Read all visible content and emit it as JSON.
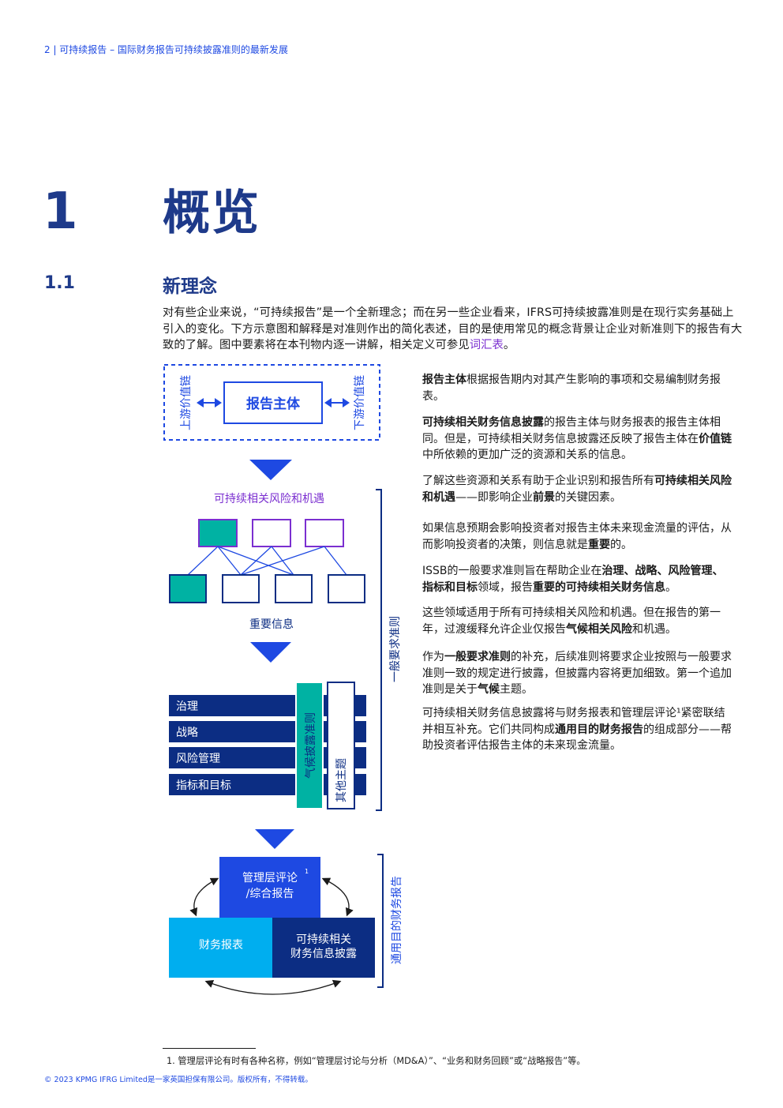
{
  "header": {
    "text": "2 | 可持续报告 – 国际财务报告可持续披露准则的最新发展"
  },
  "chapter": {
    "number": "1",
    "title": "概览"
  },
  "section": {
    "number": "1.1",
    "title": "新理念"
  },
  "intro": {
    "text": "对有些企业来说，“可持续报告”是一个全新理念；而在另一些企业看来，IFRS可持续披露准则是在现行实务基础上引入的变化。下方示意图和解释是对准则作出的简化表述，目的是使用常见的概念背景让企业对新准则下的报告有大致的了解。图中要素将在本刊物内逐一讲解，相关定义可参见",
    "link": "词汇表",
    "end": "。"
  },
  "diagram": {
    "upstream": "上游价值链",
    "entity": "报告主体",
    "downstream": "下游价值链",
    "risks_label": "可持续相关风险和机遇",
    "material_label": "重要信息",
    "areas": [
      "治理",
      "战略",
      "风险管理",
      "指标和目标"
    ],
    "climate": "气候披露准则",
    "other": "其他主题",
    "general_requirements": "一般要求准则",
    "mgmt_line1": "管理层评论",
    "mgmt_sup": "1",
    "mgmt_line2": "/综合报告",
    "fin_statements": "财务报表",
    "sust_line1": "可持续相关",
    "sust_line2": "财务信息披露",
    "general_purpose": "通用目的财务报告",
    "colors": {
      "navy": "#0c2d83",
      "blue": "#1e49e2",
      "teal": "#00b2a3",
      "purple": "#7b2fd0",
      "cyan": "#00a3e8"
    }
  },
  "right_paragraphs": [
    {
      "runs": [
        {
          "t": "报告主体",
          "b": true
        },
        {
          "t": "根据报告期内对其产生影响的事项和交易编制财务报表。",
          "b": false
        }
      ]
    },
    {
      "runs": [
        {
          "t": "可持续相关财务信息披露",
          "b": true
        },
        {
          "t": "的报告主体与财务报表的报告主体相同。但是，可持续相关财务信息披露还反映了报告主体在",
          "b": false
        },
        {
          "t": "价值链",
          "b": true
        },
        {
          "t": "中所依赖的更加广泛的资源和关系的信息。",
          "b": false
        }
      ]
    },
    {
      "runs": [
        {
          "t": "了解这些资源和关系有助于企业识别和报告所有",
          "b": false
        },
        {
          "t": "可持续相关风险和机遇",
          "b": true
        },
        {
          "t": "——即影响企业",
          "b": false
        },
        {
          "t": "前景",
          "b": true
        },
        {
          "t": "的关键因素。",
          "b": false
        }
      ]
    },
    {
      "runs": [
        {
          "t": "如果信息预期会影响投资者对报告主体未来现金流量的评估，从而影响投资者的决策，则信息就是",
          "b": false
        },
        {
          "t": "重要",
          "b": true
        },
        {
          "t": "的。",
          "b": false
        }
      ]
    },
    {
      "runs": [
        {
          "t": "ISSB的一般要求准则旨在帮助企业在",
          "b": false
        },
        {
          "t": "治理、战略、风险管理、指标和目标",
          "b": true
        },
        {
          "t": "领域，报告",
          "b": false
        },
        {
          "t": "重要的可持续相关财务信息",
          "b": true
        },
        {
          "t": "。",
          "b": false
        }
      ]
    },
    {
      "runs": [
        {
          "t": "这些领域适用于所有可持续相关风险和机遇。但在报告的第一年，过渡缓释允许企业仅报告",
          "b": false
        },
        {
          "t": "气候相关风险",
          "b": true
        },
        {
          "t": "和机遇。",
          "b": false
        }
      ]
    },
    {
      "runs": [
        {
          "t": "作为",
          "b": false
        },
        {
          "t": "一般要求准则",
          "b": true
        },
        {
          "t": "的补充，后续准则将要求企业按照与一般要求准则一致的规定进行披露，但披露内容将更加细致。第一个追加准则是关于",
          "b": false
        },
        {
          "t": "气候",
          "b": true
        },
        {
          "t": "主题。",
          "b": false
        }
      ]
    },
    {
      "runs": [
        {
          "t": "可持续相关财务信息披露将与财务报表和管理层评论¹紧密联结并相互补充。它们共同构成",
          "b": false
        },
        {
          "t": "通用目的财务报告",
          "b": true
        },
        {
          "t": "的组成部分——帮助投资者评估报告主体的未来现金流量。",
          "b": false
        }
      ]
    }
  ],
  "footnote": "1.  管理层评论有时有各种名称，例如“管理层讨论与分析（MD&A）”、“业务和财务回顾”或“战略报告”等。",
  "copyright": "© 2023 KPMG IFRG Limited是一家英国担保有限公司。版权所有，不得转载。"
}
